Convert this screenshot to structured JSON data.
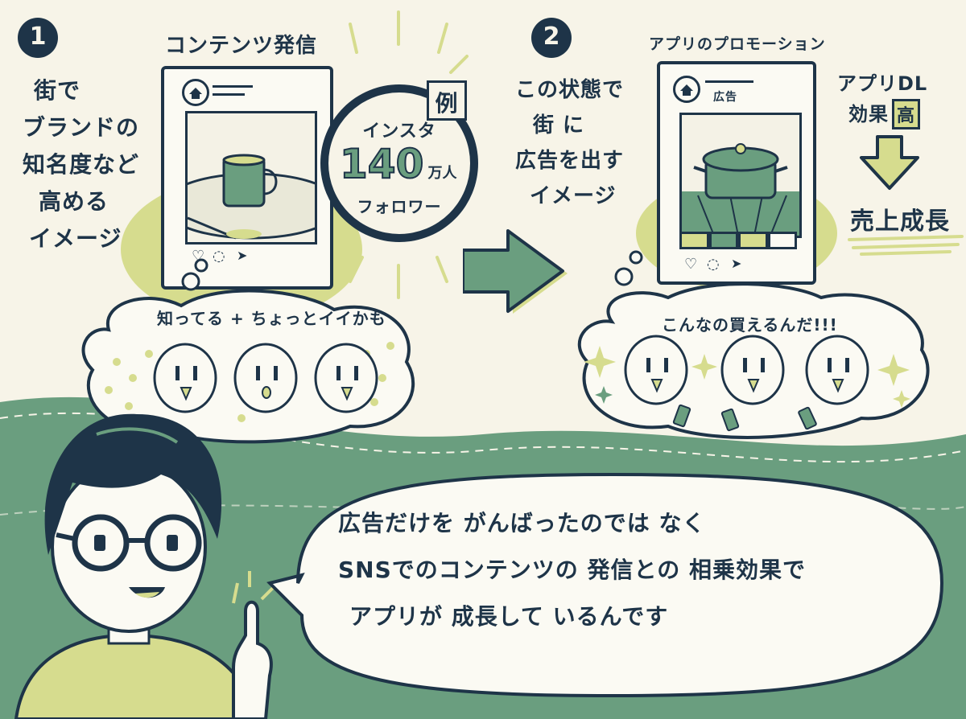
{
  "step1": {
    "number": "1",
    "caption_lines": [
      "街で",
      "ブランドの",
      "知名度など",
      "高める",
      "イメージ"
    ],
    "phone_title": "コンテンツ発信",
    "example_badge": "例",
    "insta_label": "インスタ",
    "insta_number": "140",
    "insta_unit": "万人",
    "insta_follower": "フォロワー",
    "thought": "知ってる + ちょっとイイかも"
  },
  "step2": {
    "number": "2",
    "caption_lines": [
      "この状態で",
      "街 に",
      "広告を出す",
      "イメージ"
    ],
    "phone_title": "アプリのプロモーション",
    "ad_label": "広告",
    "dl_lines": [
      "アプリDL",
      "効果"
    ],
    "dl_badge": "高",
    "result": "売上成長",
    "thought": "こんなの買えるんだ!!!"
  },
  "speech": {
    "lines": [
      "広告だけを がんばったのでは なく",
      "SNSでのコンテンツの 発信との 相乗効果で",
      "アプリが 成長して いるんです"
    ]
  },
  "colors": {
    "navy": "#1e3448",
    "lime": "#d6dc8e",
    "green": "#6a9e7f",
    "cream": "#f7f4e8"
  }
}
